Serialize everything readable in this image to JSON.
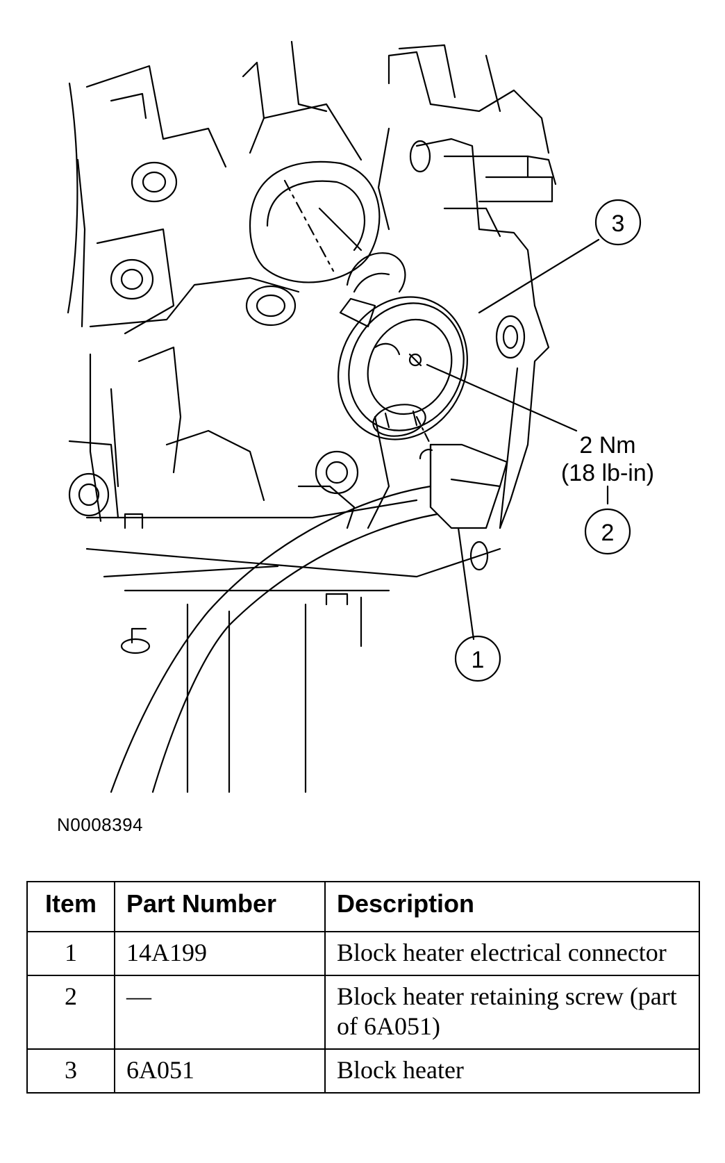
{
  "figure": {
    "id": "N0008394",
    "callouts": [
      {
        "number": "3"
      },
      {
        "number": "2"
      },
      {
        "number": "1"
      }
    ],
    "torque": {
      "line1": "2 Nm",
      "line2": "(18 lb-in)"
    }
  },
  "table": {
    "headers": {
      "item": "Item",
      "part_number": "Part Number",
      "description": "Description"
    },
    "rows": [
      {
        "item": "1",
        "part_number": "14A199",
        "description": "Block heater electrical connector"
      },
      {
        "item": "2",
        "part_number": "—",
        "description": "Block heater retaining screw (part of 6A051)"
      },
      {
        "item": "3",
        "part_number": "6A051",
        "description": "Block heater"
      }
    ]
  }
}
